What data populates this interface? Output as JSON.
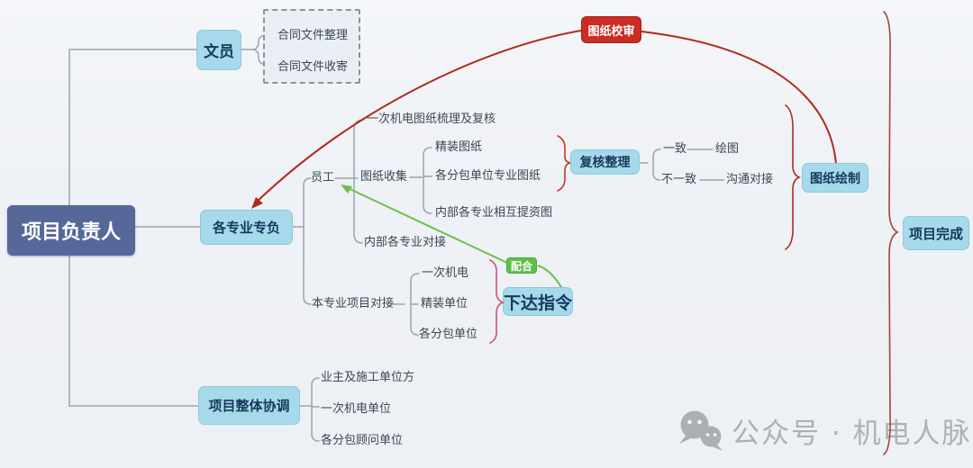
{
  "palette": {
    "background": "#eef1f5",
    "root_fill": "#56679a",
    "node_fill": "#a6d9ea",
    "node_text": "#16395c",
    "label_text": "#3c4654",
    "connector_line": "#9aa4ae",
    "red_flow": "#b02a20",
    "red_badge": "#cb2c24",
    "green_flow": "#6cc04a",
    "green_badge": "#5fbf4a",
    "pink_brace": "#d45f7d",
    "watermark": "#aeb1b4"
  },
  "mindmap": {
    "root": "项目负责人",
    "clerk": {
      "label": "文员",
      "children": [
        "合同文件整理",
        "合同文件收寄"
      ]
    },
    "specialty": {
      "label": "各专业专负",
      "staff": {
        "label": "员工",
        "review_task": "一次机电图纸梳理及复核",
        "collection": {
          "label": "图纸收集",
          "children": [
            "精装图纸",
            "各分包单位专业图纸",
            "内部各专业相互提资图"
          ]
        },
        "internal_docking": "内部各专业对接"
      },
      "project_docking": {
        "label": "本专业项目对接",
        "children": [
          "一次机电",
          "精装单位",
          "各分包单位"
        ]
      }
    },
    "coordination": {
      "label": "项目整体协调",
      "children": [
        "业主及施工单位方",
        "一次机电单位",
        "各分包顾问单位"
      ]
    },
    "recheck": {
      "label": "复核整理",
      "consistent": {
        "label": "一致",
        "result": "绘图"
      },
      "inconsistent": {
        "label": "不一致",
        "result": "沟通对接"
      }
    },
    "drawing": "图纸绘制",
    "review_badge": "图纸校审",
    "cooperate_badge": "配合",
    "command": "下达指令",
    "complete": "项目完成"
  },
  "watermark": {
    "source_label": "公众号 · 机电人脉"
  }
}
